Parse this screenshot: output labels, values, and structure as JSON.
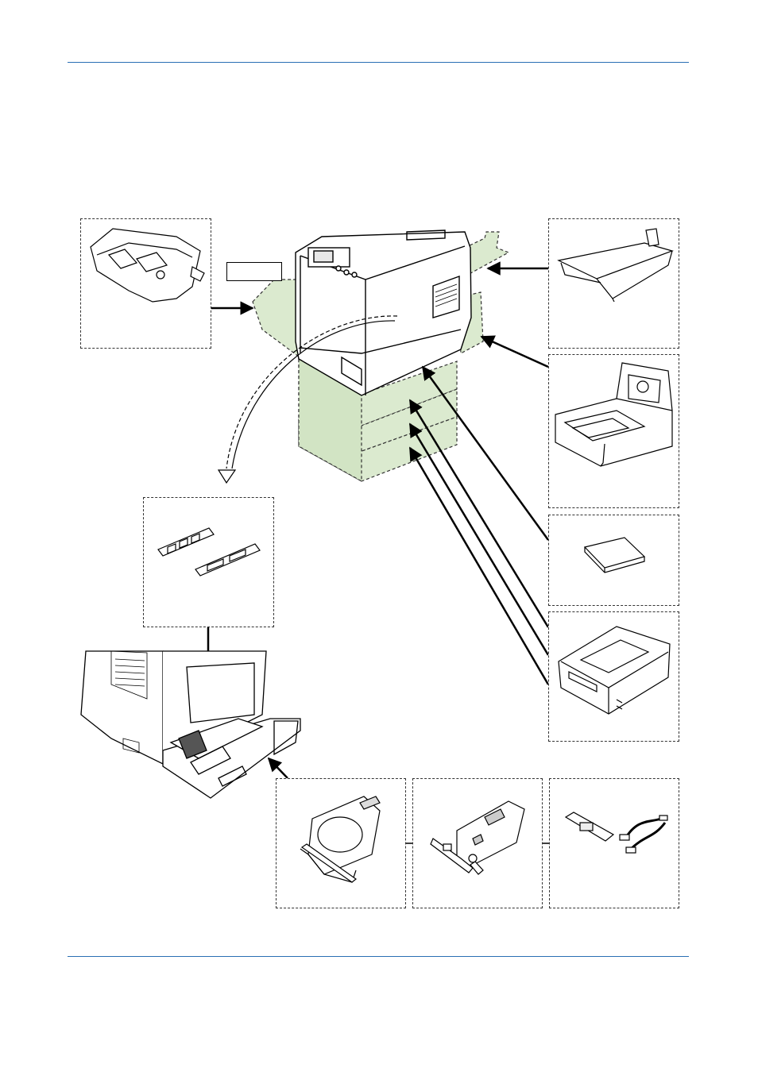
{
  "page": {
    "rule_color": "#2a6fb4"
  },
  "diagram": {
    "label_box_text": "",
    "green_fill": "#dbeacf",
    "options": [
      {
        "id": "envelope-feeder",
        "icon": "envelope-feeder-icon"
      },
      {
        "id": "bulk-tray",
        "icon": "bulk-tray-icon"
      },
      {
        "id": "duplex-unit",
        "icon": "duplex-unit-icon"
      },
      {
        "id": "memory-card",
        "icon": "compactflash-card-icon"
      },
      {
        "id": "paper-feeder",
        "icon": "paper-feeder-icon"
      },
      {
        "id": "memory-modules",
        "icon": "dimm-memory-icon"
      },
      {
        "id": "hard-disk",
        "icon": "hard-disk-icon"
      },
      {
        "id": "network-card",
        "icon": "network-interface-card-icon"
      },
      {
        "id": "serial-interface",
        "icon": "serial-interface-kit-icon"
      }
    ]
  }
}
